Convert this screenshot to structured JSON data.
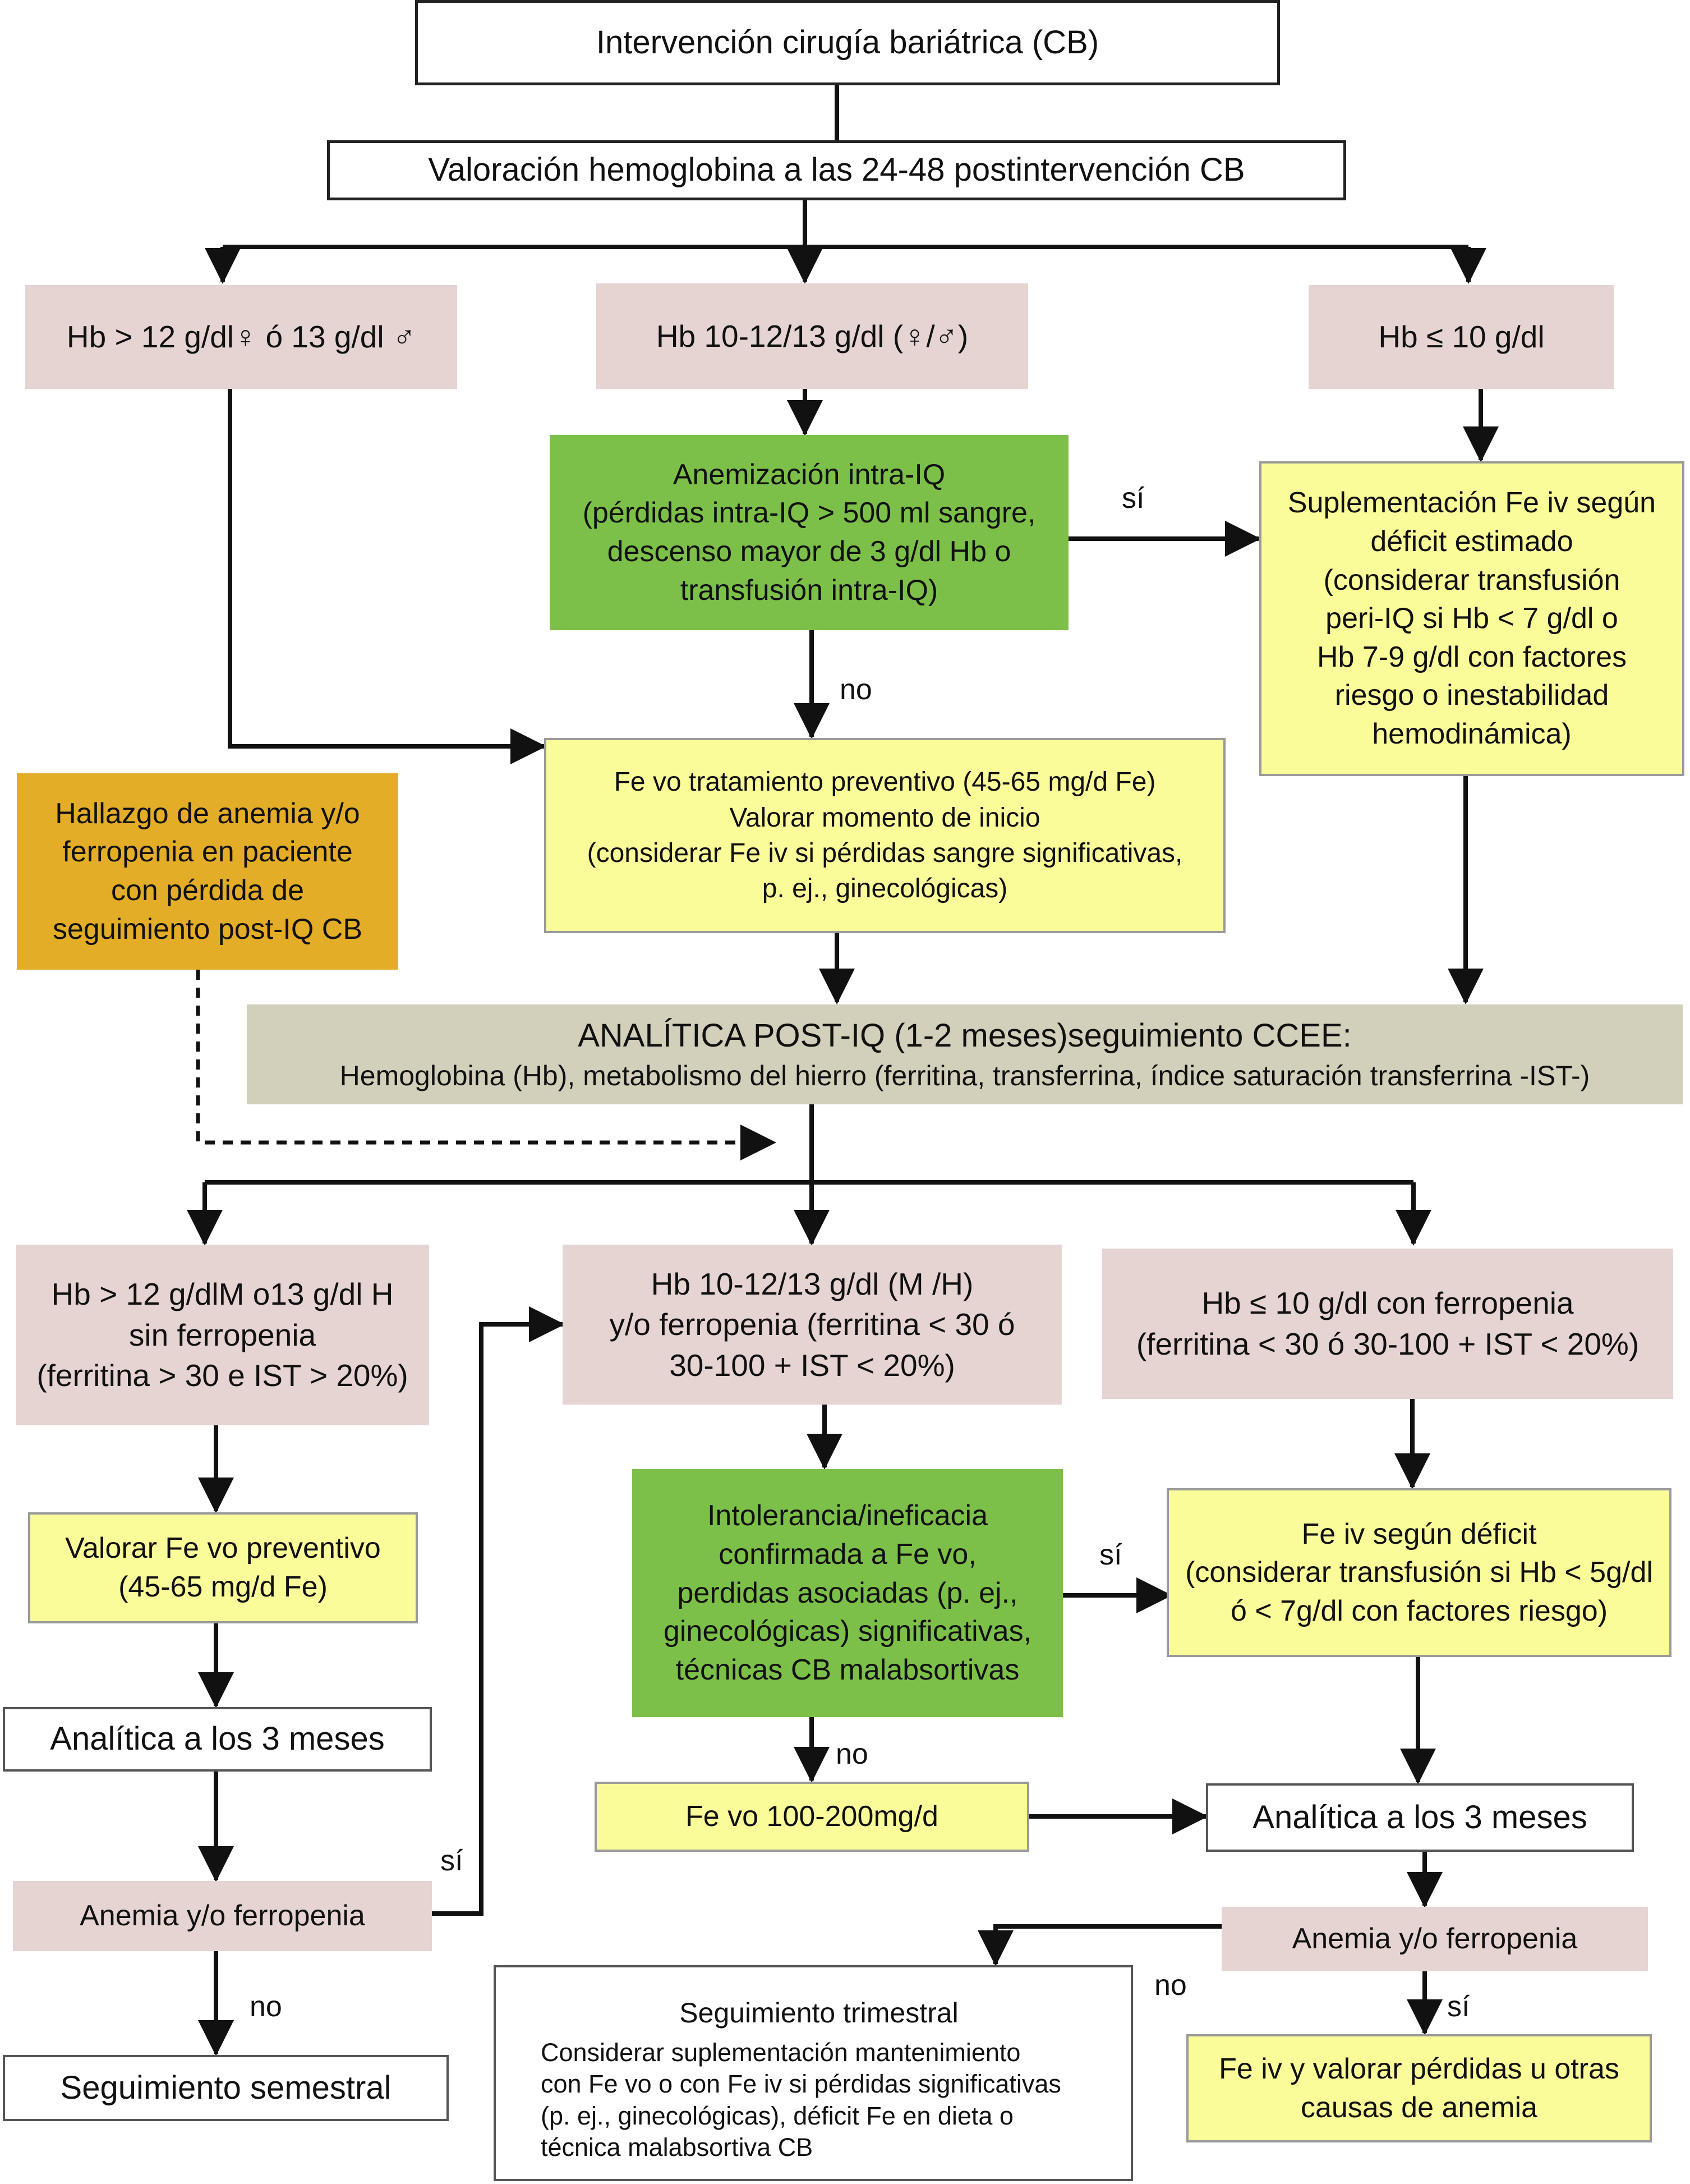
{
  "flowchart": {
    "top": "Intervención cirugía bariátrica (CB)",
    "valoracion": "Valoración hemoglobina a las 24-48 postintervención CB",
    "row1": {
      "left": "Hb > 12 g/dl♀ ó 13 g/dl ♂",
      "mid": "Hb 10-12/13 g/dl (♀/♂)",
      "right": "Hb ≤ 10 g/dl"
    },
    "anemizacion": [
      "Anemización intra-IQ",
      "(pérdidas intra-IQ > 500 ml sangre,",
      "descenso mayor de 3 g/dl Hb o",
      "transfusión intra-IQ)"
    ],
    "suplementacion": [
      "Suplementación Fe iv según",
      "déficit estimado",
      "(considerar transfusión",
      "peri-IQ si Hb < 7 g/dl o",
      "Hb 7-9 g/dl con factores",
      "riesgo o inestabilidad",
      "hemodinámica)"
    ],
    "fe_vo_preventivo": [
      "Fe vo tratamiento preventivo (45-65 mg/d Fe)",
      "Valorar momento de inicio",
      "(considerar Fe iv si pérdidas sangre significativas,",
      "p. ej., ginecológicas)"
    ],
    "hallazgo": [
      "Hallazgo de anemia y/o",
      "ferropenia en paciente",
      "con pérdida de",
      "seguimiento post-IQ CB"
    ],
    "analitica_post": {
      "line1": "ANALÍTICA POST-IQ (1-2 meses)seguimiento CCEE:",
      "line2": "Hemoglobina (Hb), metabolismo del hierro (ferritina, transferrina, índice saturación transferrina -IST-)"
    },
    "row2": {
      "left": [
        "Hb > 12 g/dlM o13 g/dl H",
        "sin ferropenia",
        "(ferritina > 30 e  IST > 20%)"
      ],
      "mid": [
        "Hb 10-12/13 g/dl (M /H)",
        "y/o ferropenia (ferritina < 30 ó",
        "30-100 + IST < 20%)"
      ],
      "right": [
        "Hb ≤ 10 g/dl con ferropenia",
        "(ferritina < 30 ó 30-100 + IST < 20%)"
      ]
    },
    "valorar_fe": [
      "Valorar Fe vo preventivo",
      "(45-65 mg/d Fe)"
    ],
    "intolerancia": [
      "Intolerancia/ineficacia",
      "confirmada a Fe vo,",
      "perdidas asociadas (p. ej.,",
      "ginecológicas) significativas,",
      "técnicas CB malabsortivas"
    ],
    "fe_iv_deficit": [
      "Fe iv según déficit",
      "(considerar transfusión si Hb < 5g/dl",
      "ó < 7g/dl con factores riesgo)"
    ],
    "analitica_3_left": "Analítica a los 3 meses",
    "fe_vo_100": "Fe vo 100-200mg/d",
    "analitica_3_right": "Analítica a los 3 meses",
    "anemia_left": "Anemia y/o ferropenia",
    "anemia_right": "Anemia y/o ferropenia",
    "seguimiento_semestral": "Seguimiento semestral",
    "seguimiento_trimestral": {
      "title": "Seguimiento trimestral",
      "body": [
        "Considerar suplementación mantenimiento",
        "con Fe vo o con Fe iv si pérdidas significativas",
        "(p. ej., ginecológicas), déficit Fe en dieta o",
        "técnica malabsortiva CB"
      ]
    },
    "fe_iv_valorar": [
      "Fe iv  y valorar pérdidas u otras",
      "causas de anemia"
    ],
    "labels": {
      "si_1": "sí",
      "no_1": "no",
      "si_2": "sí",
      "no_2": "no",
      "si_3": "sí",
      "no_3": "no",
      "no_4": "no",
      "si_4": "sí"
    }
  }
}
